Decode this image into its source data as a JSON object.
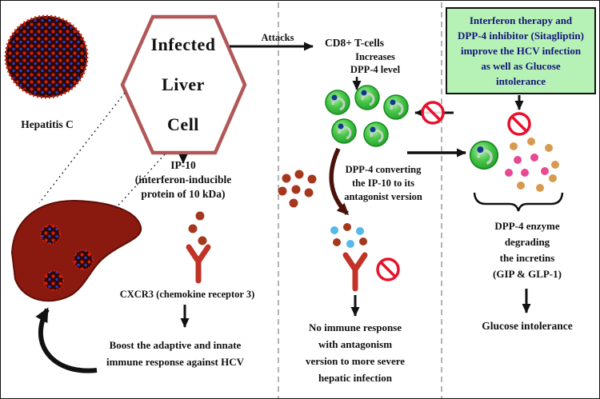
{
  "diagram": {
    "virus_label": "Hepatitis C",
    "hexagon_label": "Infected\nLiver\nCell",
    "attacks_label": "Attacks",
    "cd8_label": "CD8+ T-cells",
    "increases_label": "Increases\nDPP-4 level",
    "interferon_box": "Interferon therapy and\nDPP-4 inhibitor (Sitagliptin)\nimprove the HCV infection\nas well as Glucose\nintolerance",
    "ip10_label": "IP-10\n(interferon-inducible\nprotein of 10 kDa)",
    "cxcr3_label": "CXCR3 (chemokine receptor 3)",
    "boost_label": "Boost the adaptive and innate\nimmune response against HCV",
    "dpp4_converting_label": "DPP-4 converting\nthe IP-10 to its\nantagonist version",
    "no_immune_label": "No immune response\nwith antagonism\nversion to more severe\nhepatic infection",
    "dpp4_enzyme_label": "DPP-4 enzyme\ndegrading\nthe incretins\n(GIP & GLP-1)",
    "glucose_label": "Glucose intolerance"
  },
  "colors": {
    "hexagon_stroke": "#b25757",
    "interferon_box_bg": "#b6f2b6",
    "interferon_box_text": "#15157a",
    "liver": "#8a1a10",
    "t_cell_green": "#2eb82e",
    "receptor_red": "#c13227",
    "prohibition_red": "#e8102c",
    "incretin_orange": "#d79a50",
    "incretin_pink": "#e84992",
    "ip10_dot": "#a5381c",
    "antagonist_blue": "#57b8ea",
    "virus_red": "#d42105",
    "virus_blue": "#1f3fd4"
  }
}
